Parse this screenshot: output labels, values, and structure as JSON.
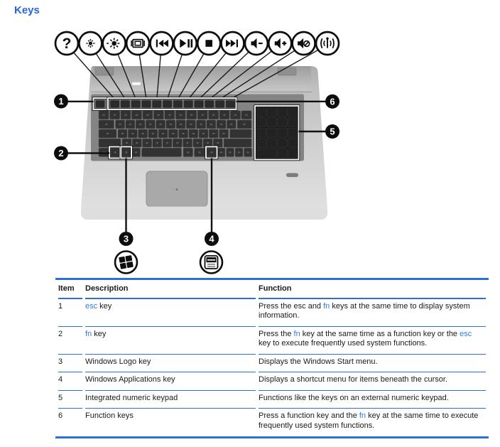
{
  "title": "Keys",
  "colors": {
    "heading_blue": "#2365e6",
    "rule_blue": "#2d6fd2",
    "link_blue": "#2e7ce2"
  },
  "illustration": {
    "icon_row": [
      "help",
      "brightness-down",
      "brightness-up",
      "switch-screen-image",
      "previous-track",
      "play-pause",
      "stop",
      "next-track",
      "volume-down",
      "volume-up",
      "mute",
      "wireless"
    ],
    "key_icons": [
      "windows-logo",
      "windows-applications"
    ],
    "callouts": [
      {
        "number": "1"
      },
      {
        "number": "2"
      },
      {
        "number": "3"
      },
      {
        "number": "4"
      },
      {
        "number": "5"
      },
      {
        "number": "6"
      }
    ]
  },
  "table": {
    "columns": [
      "Item",
      "Description",
      "Function"
    ],
    "rows": [
      {
        "item": "1",
        "description": [
          {
            "t": "esc",
            "link": true
          },
          {
            "t": " key"
          }
        ],
        "function": [
          {
            "t": "Press the esc and "
          },
          {
            "t": "fn",
            "link": true
          },
          {
            "t": " keys at the same time to display system information."
          }
        ]
      },
      {
        "item": "2",
        "description": [
          {
            "t": "fn",
            "link": true
          },
          {
            "t": " key"
          }
        ],
        "function": [
          {
            "t": "Press the "
          },
          {
            "t": "fn",
            "link": true
          },
          {
            "t": " key at the same time as a function key or the "
          },
          {
            "t": "esc",
            "link": true
          },
          {
            "t": " key to execute frequently used system functions."
          }
        ]
      },
      {
        "item": "3",
        "description": [
          {
            "t": "Windows Logo key"
          }
        ],
        "function": [
          {
            "t": "Displays the Windows Start menu."
          }
        ]
      },
      {
        "item": "4",
        "description": [
          {
            "t": "Windows Applications key"
          }
        ],
        "function": [
          {
            "t": "Displays a shortcut menu for items beneath the cursor."
          }
        ]
      },
      {
        "item": "5",
        "description": [
          {
            "t": "Integrated numeric keypad"
          }
        ],
        "function": [
          {
            "t": "Functions like the keys on an external numeric keypad."
          }
        ]
      },
      {
        "item": "6",
        "description": [
          {
            "t": "Function keys"
          }
        ],
        "function": [
          {
            "t": "Press a function key and the "
          },
          {
            "t": "fn",
            "link": true
          },
          {
            "t": " key at the same time to execute frequently used system functions."
          }
        ]
      }
    ]
  }
}
